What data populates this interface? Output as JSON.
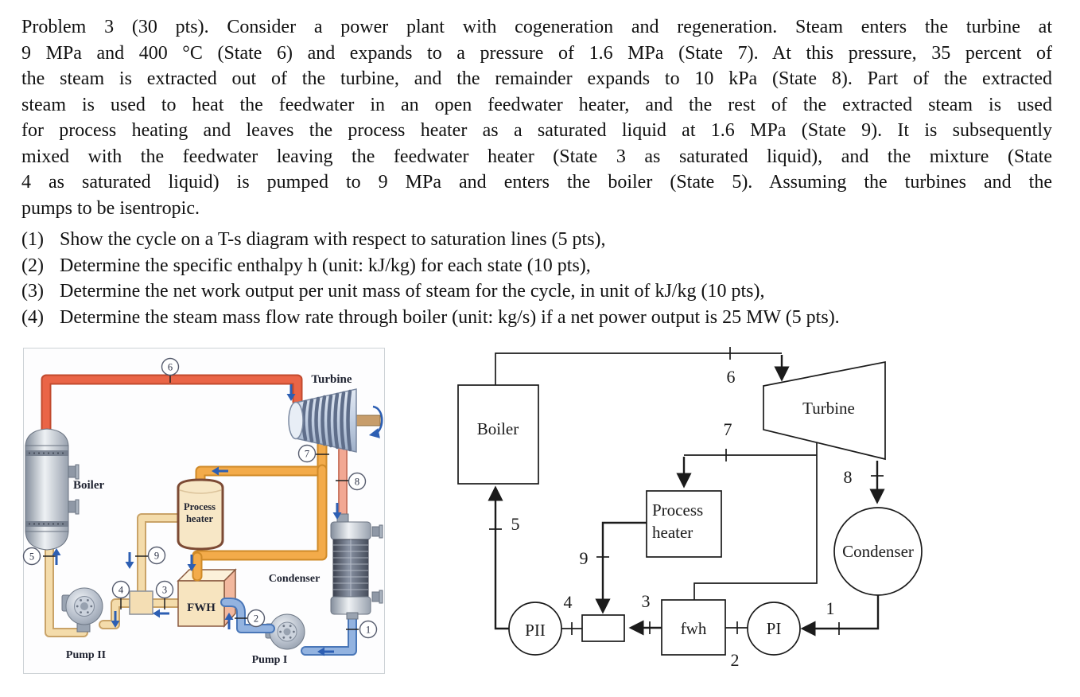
{
  "problem": {
    "lines": [
      "Problem 3 (30 pts). Consider a power plant with cogeneration and regeneration. Steam enters the turbine at",
      "9 MPa and 400 °C (State 6) and expands to a pressure of 1.6 MPa (State 7). At this pressure, 35 percent of",
      "the steam is extracted out of the turbine, and the remainder expands to 10 kPa (State 8). Part of the extracted",
      "steam is used to heat the feedwater in an open feedwater heater, and the rest of the extracted steam is used",
      "for process heating and leaves the process heater as a saturated liquid at 1.6 MPa (State 9). It is subsequently",
      "mixed with the feedwater leaving the feedwater heater (State 3 as saturated liquid), and the mixture (State",
      "4 as saturated liquid) is pumped to 9 MPa and enters the boiler (State 5). Assuming the turbines and the",
      "pumps to be isentropic."
    ],
    "tasks": [
      {
        "num": "(1)",
        "text": "Show the cycle on a T-s diagram with respect to saturation lines (5 pts),"
      },
      {
        "num": "(2)",
        "text": "Determine the specific enthalpy h (unit: kJ/kg) for each state (10 pts),"
      },
      {
        "num": "(3)",
        "text": "Determine the net work output per unit mass of steam for the cycle, in unit of kJ/kg (10 pts),"
      },
      {
        "num": "(4)",
        "text": "Determine the steam mass flow rate through boiler (unit: kg/s) if a net power output is 25 MW (5 pts)."
      }
    ]
  },
  "figures": {
    "left": {
      "labels": {
        "turbine": "Turbine",
        "boiler": "Boiler",
        "process_heater": [
          "Process",
          "heater"
        ],
        "condenser": "Condenser",
        "fwh": "FWH",
        "pump2": "Pump II",
        "pump1": "Pump I"
      },
      "states": {
        "s1": "1",
        "s2": "2",
        "s3": "3",
        "s4": "4",
        "s5": "5",
        "s6": "6",
        "s7": "7",
        "s8": "8",
        "s9": "9"
      },
      "palette": {
        "main_steam": "#e2563a",
        "extraction_steam": "#f3ab4a",
        "feedwater": "#f4dcab",
        "condensate": "#93b3e0",
        "turbine_exhaust": "#f2a893",
        "flow_arrow": "#2d5fb3"
      }
    },
    "right": {
      "labels": {
        "boiler": "Boiler",
        "turbine": "Turbine",
        "process_heater": [
          "Process",
          "heater"
        ],
        "condenser": "Condenser",
        "fwh": "fwh",
        "pump2": "PII",
        "pump1": "PI"
      },
      "states": {
        "s1": "1",
        "s2": "2",
        "s3": "3",
        "s4": "4",
        "s5": "5",
        "s6": "6",
        "s7": "7",
        "s8": "8",
        "s9": "9"
      },
      "line_color": "#1b1b1b"
    }
  }
}
